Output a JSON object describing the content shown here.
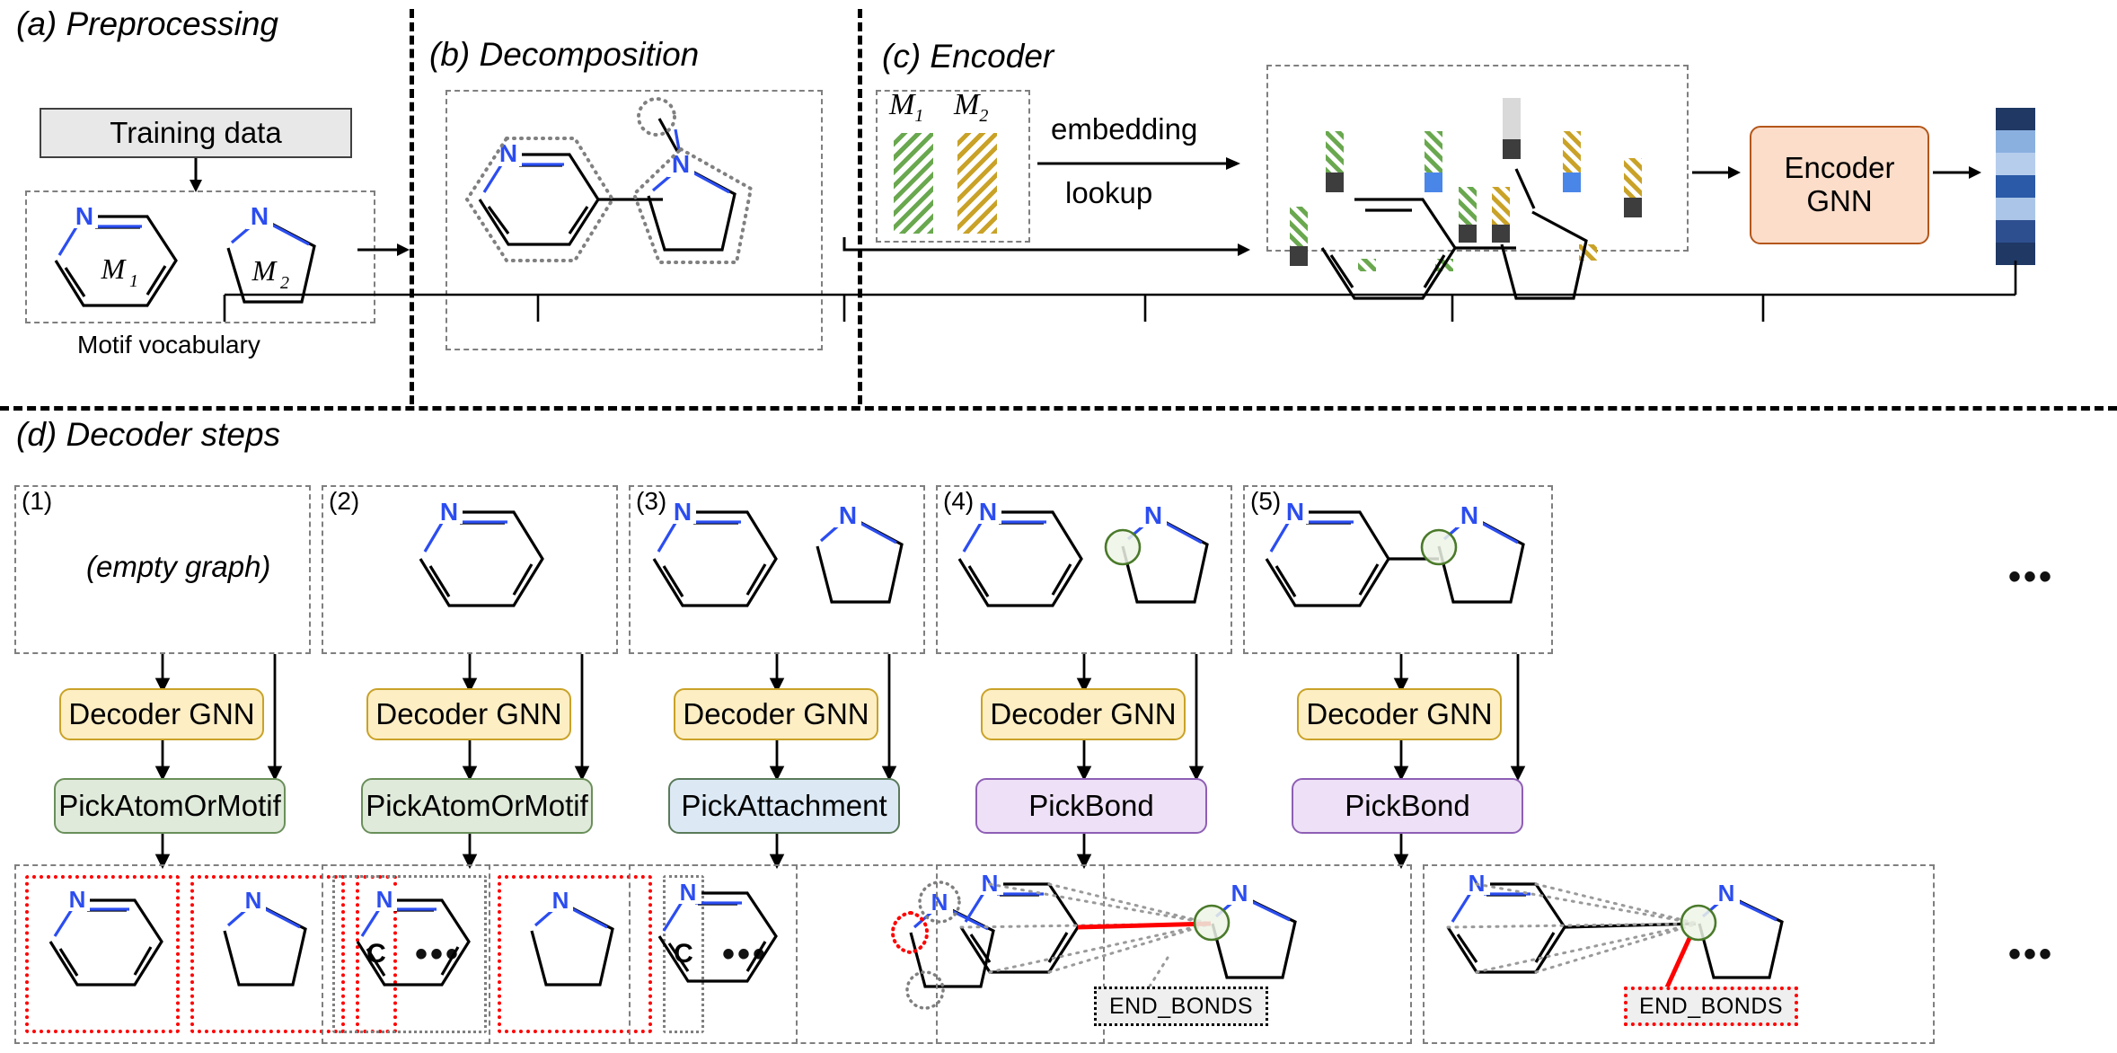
{
  "figure": {
    "sections": [
      {
        "id": "a",
        "label": "(a) Preprocessing"
      },
      {
        "id": "b",
        "label": "(b) Decomposition"
      },
      {
        "id": "c",
        "label": "(c) Encoder"
      },
      {
        "id": "d",
        "label": "(d) Decoder steps"
      }
    ]
  },
  "preprocessing": {
    "training_data_label": "Training data",
    "vocab_caption": "Motif vocabulary",
    "motifs": [
      {
        "name": "M_1",
        "label": "M",
        "sub": "1",
        "atom": "N",
        "ring": "pyridine"
      },
      {
        "name": "M_2",
        "label": "M",
        "sub": "2",
        "atom": "N",
        "ring": "pyrrolidine"
      }
    ]
  },
  "decomposition": {
    "atoms": [
      "N"
    ],
    "note_highlight_style": "dotted-gray-outline"
  },
  "encoder": {
    "motif_bars": [
      {
        "label": "M",
        "sub": "1",
        "color": "#6aa84f",
        "pattern": "diagonal-hatch"
      },
      {
        "label": "M",
        "sub": "2",
        "color": "#c9a227",
        "pattern": "diagonal-hatch"
      }
    ],
    "arrow_top_label": "embedding",
    "arrow_bottom_label": "lookup",
    "gnn_box_label": "Encoder\nGNN",
    "gnn_line1": "Encoder",
    "gnn_line2": "GNN",
    "gnn_fill": "#fbddc9",
    "gnn_stroke": "#b4561a",
    "latent_colors": [
      "#1f3864",
      "#8ab0e0",
      "#b6cdec",
      "#2a5aa8",
      "#aac5e8",
      "#2e4f8f",
      "#1f3864"
    ],
    "node_markers": [
      {
        "bar": "#6aa84f",
        "cap": "#3d3d3d"
      },
      {
        "bar": "#6aa84f",
        "cap": "#4a86e8"
      },
      {
        "bar": "#6aa84f",
        "cap": "#3d3d3d"
      },
      {
        "bar": "#d9d9d9",
        "cap": "#3d3d3d"
      },
      {
        "bar": "#6aa84f",
        "cap": "#3d3d3d"
      },
      {
        "bar": "#c9a227",
        "cap": "#3d3d3d"
      },
      {
        "bar": "#c9a227",
        "cap": "#4a86e8"
      },
      {
        "bar": "#c9a227",
        "cap": "#3d3d3d"
      },
      {
        "bar": "#6aa84f",
        "cap": "#3d3d3d"
      },
      {
        "bar": "#6aa84f",
        "cap": "#3d3d3d"
      },
      {
        "bar": "#c9a227",
        "cap": "#3d3d3d"
      }
    ]
  },
  "decoder": {
    "ellipsis": "•••",
    "steps": [
      {
        "num": "(1)",
        "state": "(empty graph)",
        "gnn": "Decoder GNN",
        "module": "PickAtomOrMotif",
        "module_kind": "pick-atom-or-motif"
      },
      {
        "num": "(2)",
        "state": "pyridine",
        "gnn": "Decoder GNN",
        "module": "PickAtomOrMotif",
        "module_kind": "pick-atom-or-motif"
      },
      {
        "num": "(3)",
        "state": "pyridine + pyrrolidine",
        "gnn": "Decoder GNN",
        "module": "PickAttachment",
        "module_kind": "pick-attachment"
      },
      {
        "num": "(4)",
        "state": "pyridine + pyrrolidine (attachment marked)",
        "gnn": "Decoder GNN",
        "module": "PickBond",
        "module_kind": "pick-bond"
      },
      {
        "num": "(5)",
        "state": "pyridine bonded to pyrrolidine",
        "gnn": "Decoder GNN",
        "module": "PickBond",
        "module_kind": "pick-bond"
      }
    ],
    "candidates": {
      "step1": {
        "items": [
          "pyridine",
          "pyrrolidine",
          "C"
        ],
        "selected": [
          "pyridine",
          "pyrrolidine",
          "C"
        ],
        "atom_label": "C"
      },
      "step2": {
        "items": [
          "pyridine",
          "pyrrolidine",
          "C"
        ],
        "selected": [
          "pyrrolidine"
        ],
        "atom_label": "C"
      },
      "step3": {
        "items": [
          "attachment-candidates"
        ],
        "selected": [
          "lower-left-vertex"
        ]
      },
      "step4": {
        "end_bonds_label": "END_BONDS",
        "end_bonds_selected": false
      },
      "step5": {
        "end_bonds_label": "END_BONDS",
        "end_bonds_selected": true
      }
    }
  },
  "colors": {
    "nitrogen": "#2b4df0",
    "bond": "#000000",
    "highlight_red": "#ff0000",
    "attachment_green": "#4a7a2a",
    "decoder_gnn_fill": "#fdeec4",
    "decoder_gnn_stroke": "#c9a227",
    "pick_motif_fill": "#dfeada",
    "pick_motif_stroke": "#6a8f5a",
    "pick_attach_fill": "#dce9f5",
    "pick_attach_stroke": "#5a7a5a",
    "pick_bond_fill": "#eee0f6",
    "pick_bond_stroke": "#8e5fb5",
    "dashed_gray": "#7f7f7f"
  }
}
